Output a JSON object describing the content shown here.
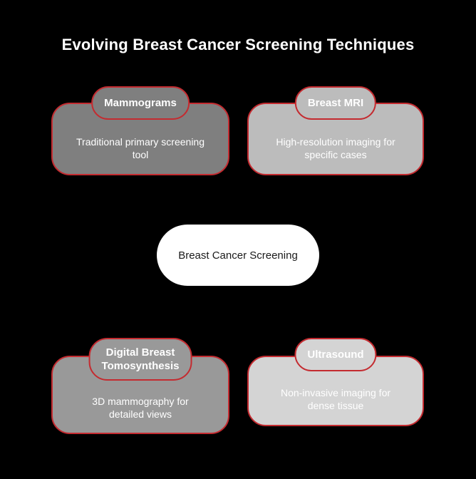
{
  "title": "Evolving Breast Cancer Screening Techniques",
  "colors": {
    "background": "#000000",
    "border": "#c42b30",
    "title_color": "#ffffff",
    "node_text": "#ffffff"
  },
  "center": {
    "label": "Breast Cancer Screening",
    "fill": "#ffffff",
    "text_color": "#1a1a1a"
  },
  "nodes": [
    {
      "label": "Mammograms",
      "description": "Traditional primary screening\ntool",
      "fill": "#7f7f7f"
    },
    {
      "label": "Breast MRI",
      "description": "High-resolution imaging for\nspecific cases",
      "fill": "#bcbcbc"
    },
    {
      "label": "Digital Breast\nTomosynthesis",
      "description": "3D mammography for\ndetailed views",
      "fill": "#999999"
    },
    {
      "label": "Ultrasound",
      "description": "Non-invasive imaging for\ndense tissue",
      "fill": "#d4d4d4"
    }
  ]
}
